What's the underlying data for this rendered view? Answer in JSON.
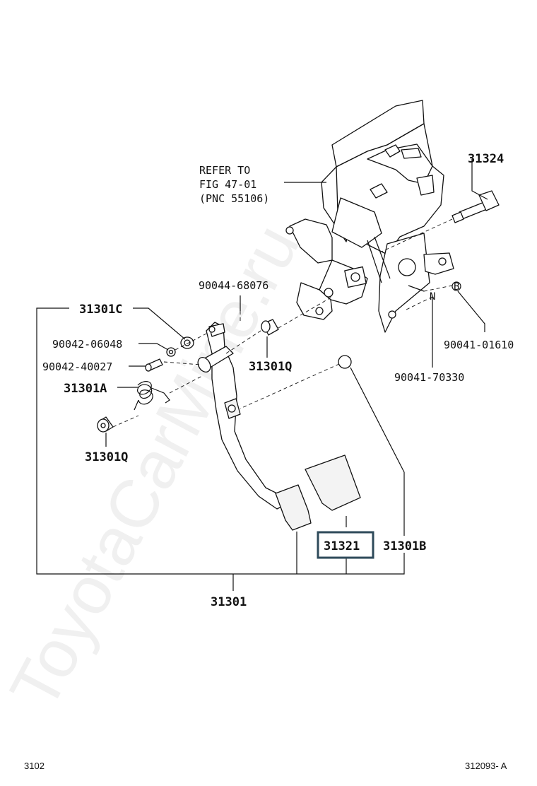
{
  "watermark": "ToyotaCarMine.ru",
  "refer_note": {
    "line1": "REFER TO",
    "line2": "FIG 47-01",
    "line3": "(PNC 55106)"
  },
  "labels": {
    "p31324": "31324",
    "p90044_68076": "90044-68076",
    "p31301C": "31301C",
    "p90042_06048": "90042-06048",
    "p90042_40027": "90042-40027",
    "p31301Q_right": "31301Q",
    "p31301A": "31301A",
    "p31301Q_left": "31301Q",
    "p90041_01610": "90041-01610",
    "p90041_70330": "90041-70330",
    "p31321": "31321",
    "p31301B": "31301B",
    "p31301": "31301"
  },
  "markers": {
    "b": "B",
    "n": "N"
  },
  "highlight_color": "#2e4a5a",
  "footer": {
    "left": "3102",
    "right": "312093- A"
  }
}
